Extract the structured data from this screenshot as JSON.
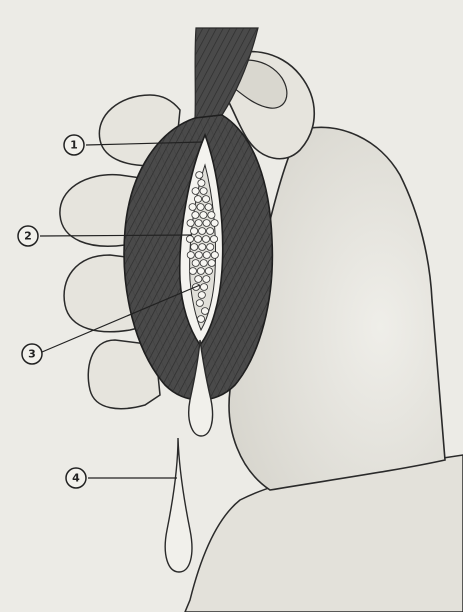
{
  "figure": {
    "palette": {
      "paper": "#ecebe6",
      "skin_shade": "#dcdad3",
      "outline": "#2a2a2a",
      "muscle": "#4a4a4a",
      "cavity": "#f4f3ef",
      "fluid": "#f1f0eb"
    },
    "callouts": [
      {
        "number": "1"
      },
      {
        "number": "2"
      },
      {
        "number": "3"
      },
      {
        "number": "4"
      }
    ]
  }
}
